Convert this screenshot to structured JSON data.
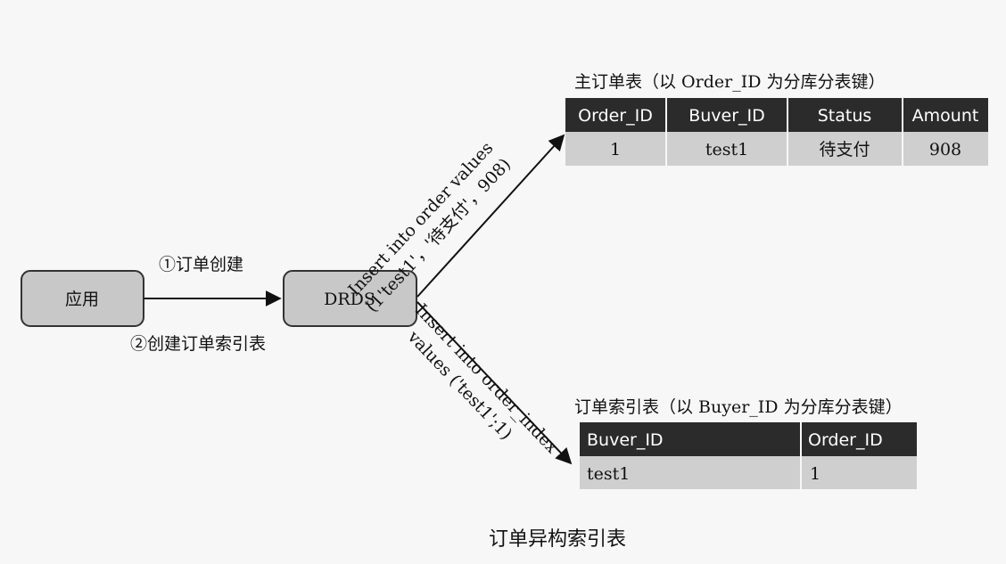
{
  "nodes": {
    "app": "应用",
    "drds": "DRDS"
  },
  "edges": {
    "step1": "①订单创建",
    "step2": "②创建订单索引表",
    "to_main_line1": "Insert into order values",
    "to_main_line2": "(1'test1'，'待支付'，908)",
    "to_index_line1": "Insert into order_index",
    "to_index_line2": "values ('test1';1)"
  },
  "main_table": {
    "title": "主订单表（以 Order_ID 为分库分表键）",
    "headers": [
      "Order_ID",
      "Buver_ID",
      "Status",
      "Amount"
    ],
    "row": [
      "1",
      "test1",
      "待支付",
      "908"
    ]
  },
  "index_table": {
    "title": "订单索引表（以 Buyer_ID 为分库分表键）",
    "headers": [
      "Buver_ID",
      "Order_ID"
    ],
    "row": [
      "test1",
      "1"
    ]
  },
  "caption": "订单异构索引表",
  "colors": {
    "node_fill": "#c8c8c8",
    "header_fill": "#2b2b2b",
    "row_fill": "#cfcfcf",
    "line": "#111111"
  }
}
